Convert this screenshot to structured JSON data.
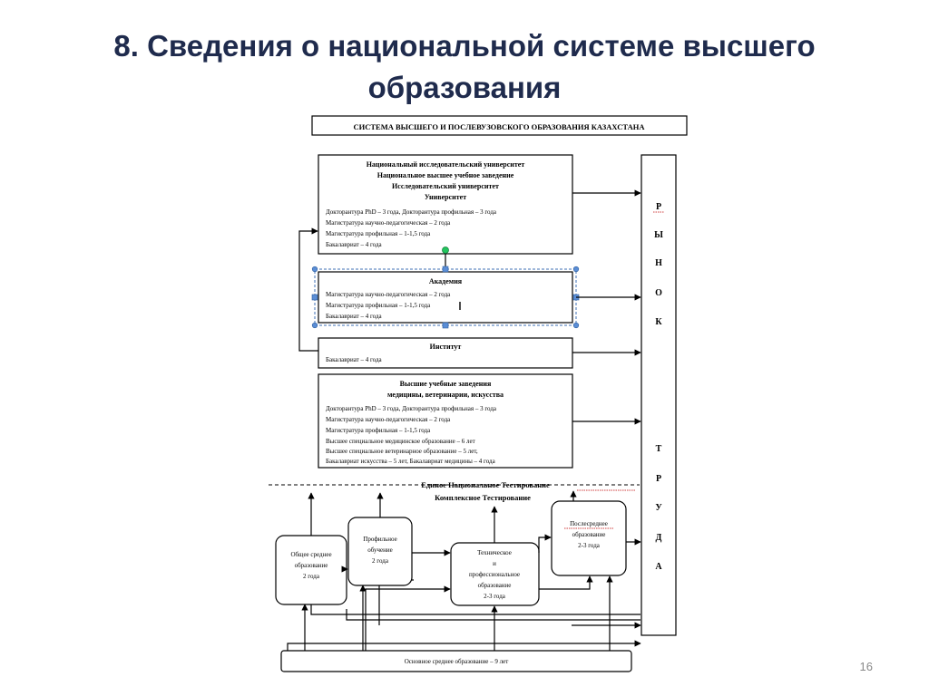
{
  "slide": {
    "title_line1": "8. Сведения о национальной системе высшего",
    "title_line2": "образования",
    "page_number": "16"
  },
  "diagram": {
    "header": "СИСТЕМА ВЫСШЕГО И ПОСЛЕВУЗОВСКОГО ОБРАЗОВАНИЯ КАЗАХСТАНА",
    "university": {
      "titles": [
        "Национальный исследовательский университет",
        "Национальное высшее учебное заведение",
        "Исследовательский университет",
        "Университет"
      ],
      "lines": [
        "Докторантура PhD – 3 года, Докторантура профильная – 3 года",
        "Магистратура научно-педагогическая – 2 года",
        "Магистратура профильная – 1-1,5 года",
        "Бакалавриат – 4 года"
      ]
    },
    "academy": {
      "title": "Академия",
      "lines": [
        "Магистратура научно-педагогическая – 2 года",
        "Магистратура профильная – 1-1,5 года",
        "Бакалавриат – 4 года"
      ]
    },
    "institute": {
      "title": "Институт",
      "lines": [
        "Бакалавриат – 4 года"
      ]
    },
    "specialized": {
      "titles": [
        "Высшие учебные заведения",
        "медицины, ветеринарии, искусства"
      ],
      "lines": [
        "Докторантура PhD – 3 года, Докторантура профильная – 3 года",
        "Магистратура научно-педагогическая – 2 года",
        "Магистратура профильная – 1-1,5 года",
        "Высшее специальное медицинское образование – 6 лет",
        "Высшее специальное ветеринарное образование – 5 лет,",
        "Бакалавриат искусства – 5 лет, Бакалавриат медицины – 4 года"
      ]
    },
    "testing": [
      "Единое Национальное Тестирование",
      "Комплексное Тестирование"
    ],
    "labor_market_letters": [
      "Р",
      "Ы",
      "Н",
      "О",
      "К",
      "Т",
      "Р",
      "У",
      "Д",
      "А"
    ],
    "general_secondary": [
      "Общее среднее",
      "образование",
      "2 года"
    ],
    "profile": [
      "Профильное",
      "обучение",
      "2 года"
    ],
    "technical": [
      "Техническое",
      "и",
      "профессиональное",
      "образование",
      "2-3 года"
    ],
    "post_secondary": [
      "Послесреднее",
      "образование",
      "2-3 года"
    ],
    "basic_secondary": "Основное среднее образование – 9 лет"
  }
}
